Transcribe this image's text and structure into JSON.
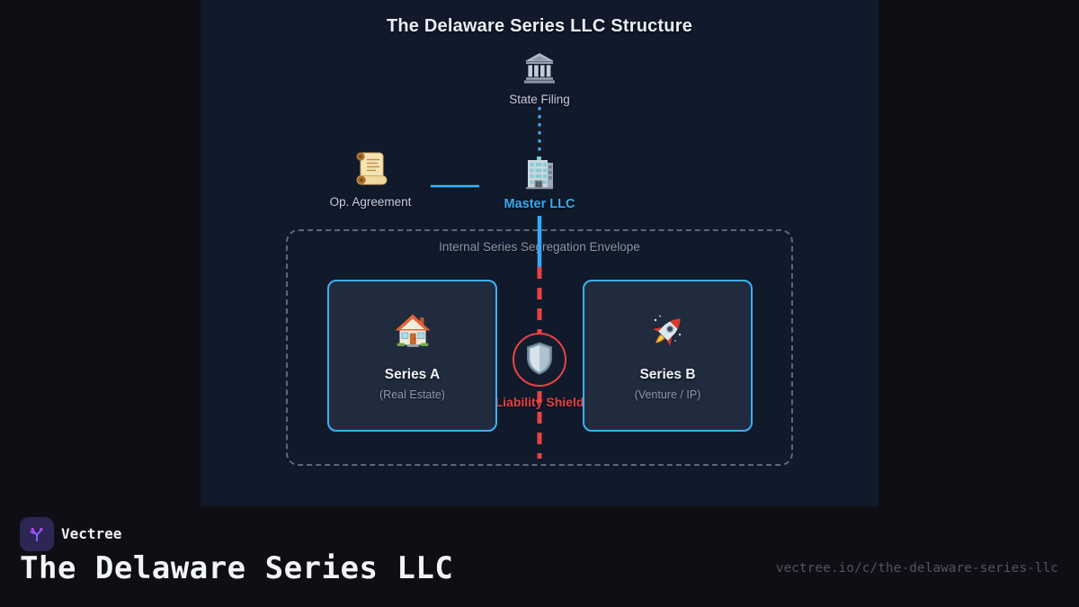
{
  "meta": {
    "bg_outer": "#0f0e14",
    "panel_bg": "#111a2b",
    "accent_blue": "#38a9ef",
    "accent_red": "#e84343",
    "card_border": "#3cb0f8",
    "text_light": "#e9eef5",
    "text_muted": "#8e99aa"
  },
  "diagram": {
    "title": "The Delaware Series LLC Structure",
    "nodes": {
      "state_filing": {
        "label": "State Filing",
        "icon": "bank-icon"
      },
      "op_agreement": {
        "label": "Op. Agreement",
        "icon": "scroll-icon"
      },
      "master_llc": {
        "label": "Master LLC",
        "icon": "office-building-icon"
      },
      "series_a": {
        "title": "Series A",
        "subtitle": "(Real Estate)",
        "icon": "house-icon"
      },
      "series_b": {
        "title": "Series B",
        "subtitle": "(Venture / IP)",
        "icon": "rocket-icon"
      },
      "liability_shield": {
        "label": "Liability Shield",
        "icon": "shield-icon"
      }
    },
    "envelope": {
      "label": "Internal Series Segregation Envelope"
    }
  },
  "footer": {
    "brand": "Vectree",
    "title": "The Delaware Series LLC",
    "url": "vectree.io/c/the-delaware-series-llc"
  }
}
